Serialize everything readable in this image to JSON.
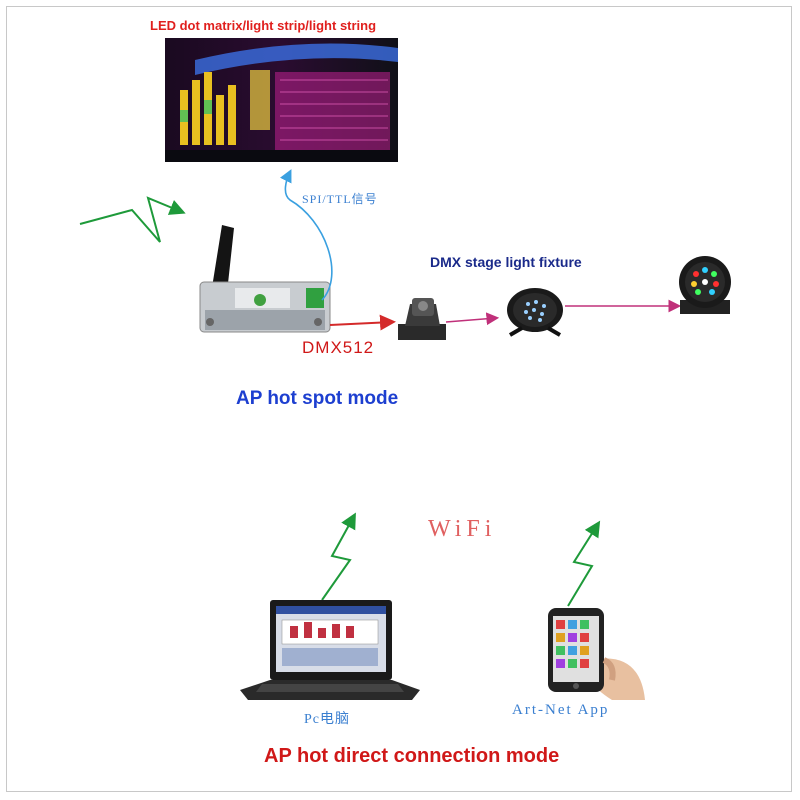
{
  "labels": {
    "led_title": "LED dot matrix/light strip/light string",
    "spi_signal": "SPI/TTL信号",
    "dmx_fixture": "DMX stage light fixture",
    "dmx512": "DMX512",
    "ap_spot_mode": "AP hot spot mode",
    "wifi": "WiFi",
    "pc": "Pc电脑",
    "app": "Art-Net App",
    "ap_direct_mode": "AP hot direct connection mode"
  },
  "colors": {
    "red_text": "#d01818",
    "blue_text": "#1d3fd0",
    "light_blue": "#3a7fd0",
    "arrow_green": "#1e9a3a",
    "arrow_red": "#d42a2a",
    "arrow_pink": "#c0307a",
    "signal_blue": "#3aa0e0"
  }
}
